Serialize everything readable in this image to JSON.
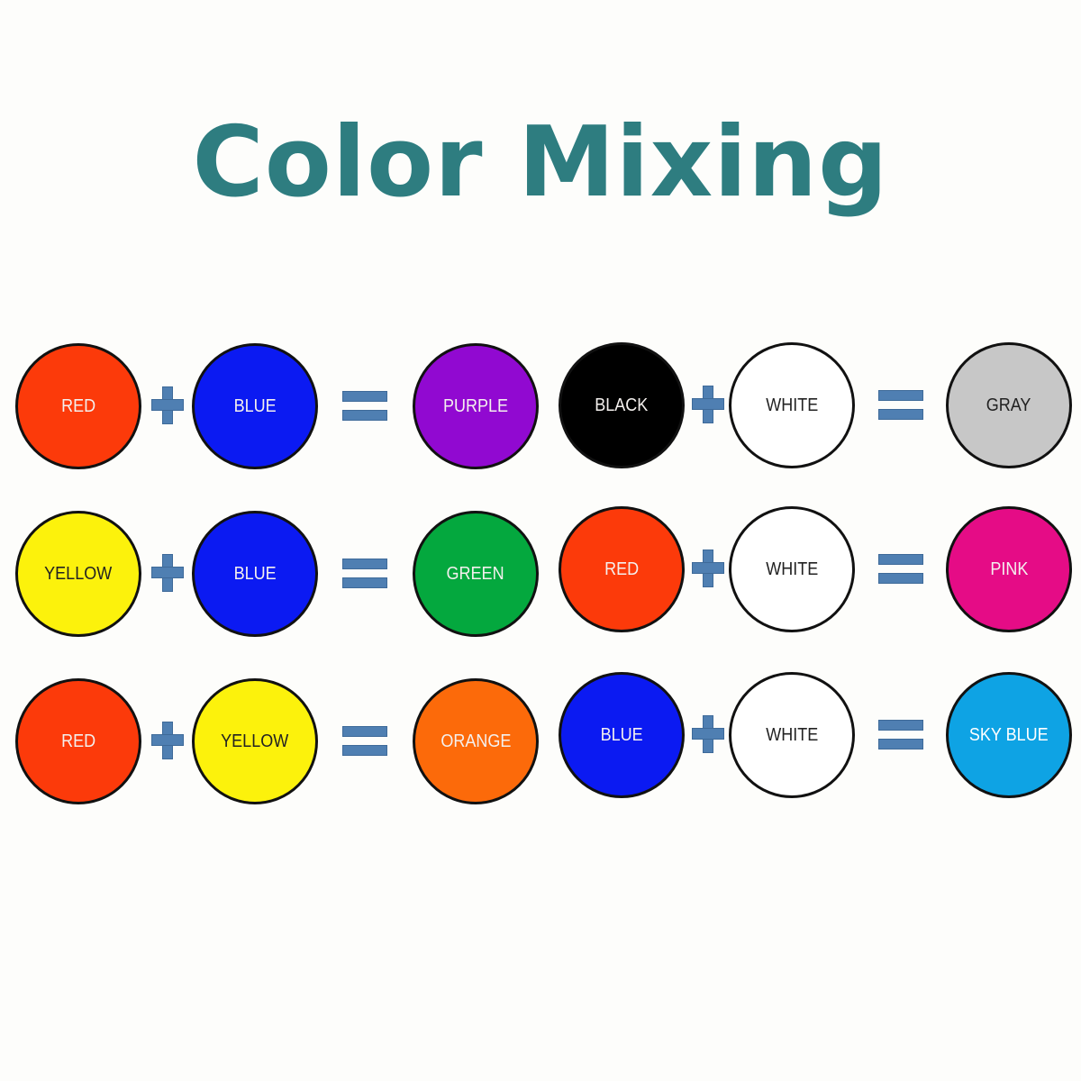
{
  "title": "Color Mixing",
  "equations": [
    {
      "a": {
        "label": "RED",
        "color": "#fc3a0a"
      },
      "b": {
        "label": "BLUE",
        "color": "#0b1af2"
      },
      "result": {
        "label": "PURPLE",
        "color": "#9109d1"
      }
    },
    {
      "a": {
        "label": "YELLOW",
        "color": "#fcf20c"
      },
      "b": {
        "label": "BLUE",
        "color": "#0b1af2"
      },
      "result": {
        "label": "GREEN",
        "color": "#04a83e"
      }
    },
    {
      "a": {
        "label": "RED",
        "color": "#fc3a0a"
      },
      "b": {
        "label": "YELLOW",
        "color": "#fcf20c"
      },
      "result": {
        "label": "ORANGE",
        "color": "#fc6a0a"
      }
    },
    {
      "a": {
        "label": "BLACK",
        "color": "#000000"
      },
      "b": {
        "label": "WHITE",
        "color": "#ffffff"
      },
      "result": {
        "label": "GRAY",
        "color": "#c7c7c7"
      }
    },
    {
      "a": {
        "label": "RED",
        "color": "#fc3a0a"
      },
      "b": {
        "label": "WHITE",
        "color": "#ffffff"
      },
      "result": {
        "label": "PINK",
        "color": "#e50c86"
      }
    },
    {
      "a": {
        "label": "BLUE",
        "color": "#0b1af2"
      },
      "b": {
        "label": "WHITE",
        "color": "#ffffff"
      },
      "result": {
        "label": "SKY BLUE",
        "color": "#0ea3e4"
      }
    }
  ]
}
